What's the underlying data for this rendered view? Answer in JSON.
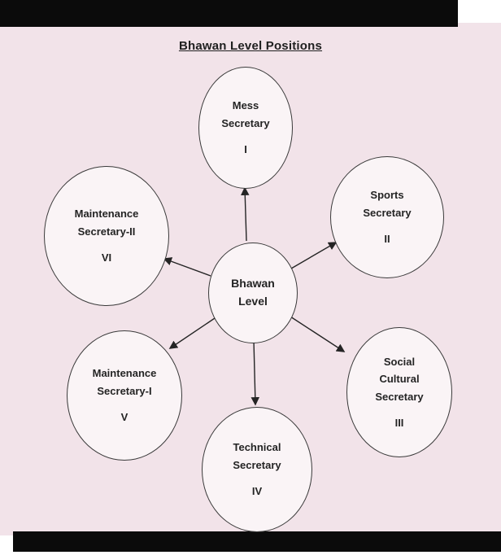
{
  "page": {
    "title": "Bhawan Level Positions"
  },
  "colors": {
    "paper": "#f2e3e9",
    "node_fill": "#faf4f6",
    "ink": "#242424",
    "scan_bar": "#0b0b0b"
  },
  "diagram": {
    "center": {
      "name": "Bhawan Level",
      "line1": "Bhawan",
      "line2": "Level"
    },
    "nodes": [
      {
        "name": "Mess Secretary",
        "line1": "Mess",
        "line2": "Secretary",
        "numeral": "I"
      },
      {
        "name": "Sports Secretary",
        "line1": "Sports",
        "line2": "Secretary",
        "numeral": "II"
      },
      {
        "name": "Social Cultural Secretary",
        "line1": "Social",
        "line2": "Cultural",
        "line3": "Secretary",
        "numeral": "III"
      },
      {
        "name": "Technical Secretary",
        "line1": "Technical",
        "line2": "Secretary",
        "numeral": "IV"
      },
      {
        "name": "Maintenance Secretary-I",
        "line1": "Maintenance",
        "line2": "Secretary-I",
        "numeral": "V"
      },
      {
        "name": "Maintenance Secretary-II",
        "line1": "Maintenance",
        "line2": "Secretary-II",
        "numeral": "VI"
      }
    ],
    "edges": [
      {
        "from": "Bhawan Level",
        "to": "Mess Secretary"
      },
      {
        "from": "Bhawan Level",
        "to": "Sports Secretary"
      },
      {
        "from": "Bhawan Level",
        "to": "Social Cultural Secretary"
      },
      {
        "from": "Bhawan Level",
        "to": "Technical Secretary"
      },
      {
        "from": "Bhawan Level",
        "to": "Maintenance Secretary-I"
      },
      {
        "from": "Bhawan Level",
        "to": "Maintenance Secretary-II"
      }
    ]
  }
}
